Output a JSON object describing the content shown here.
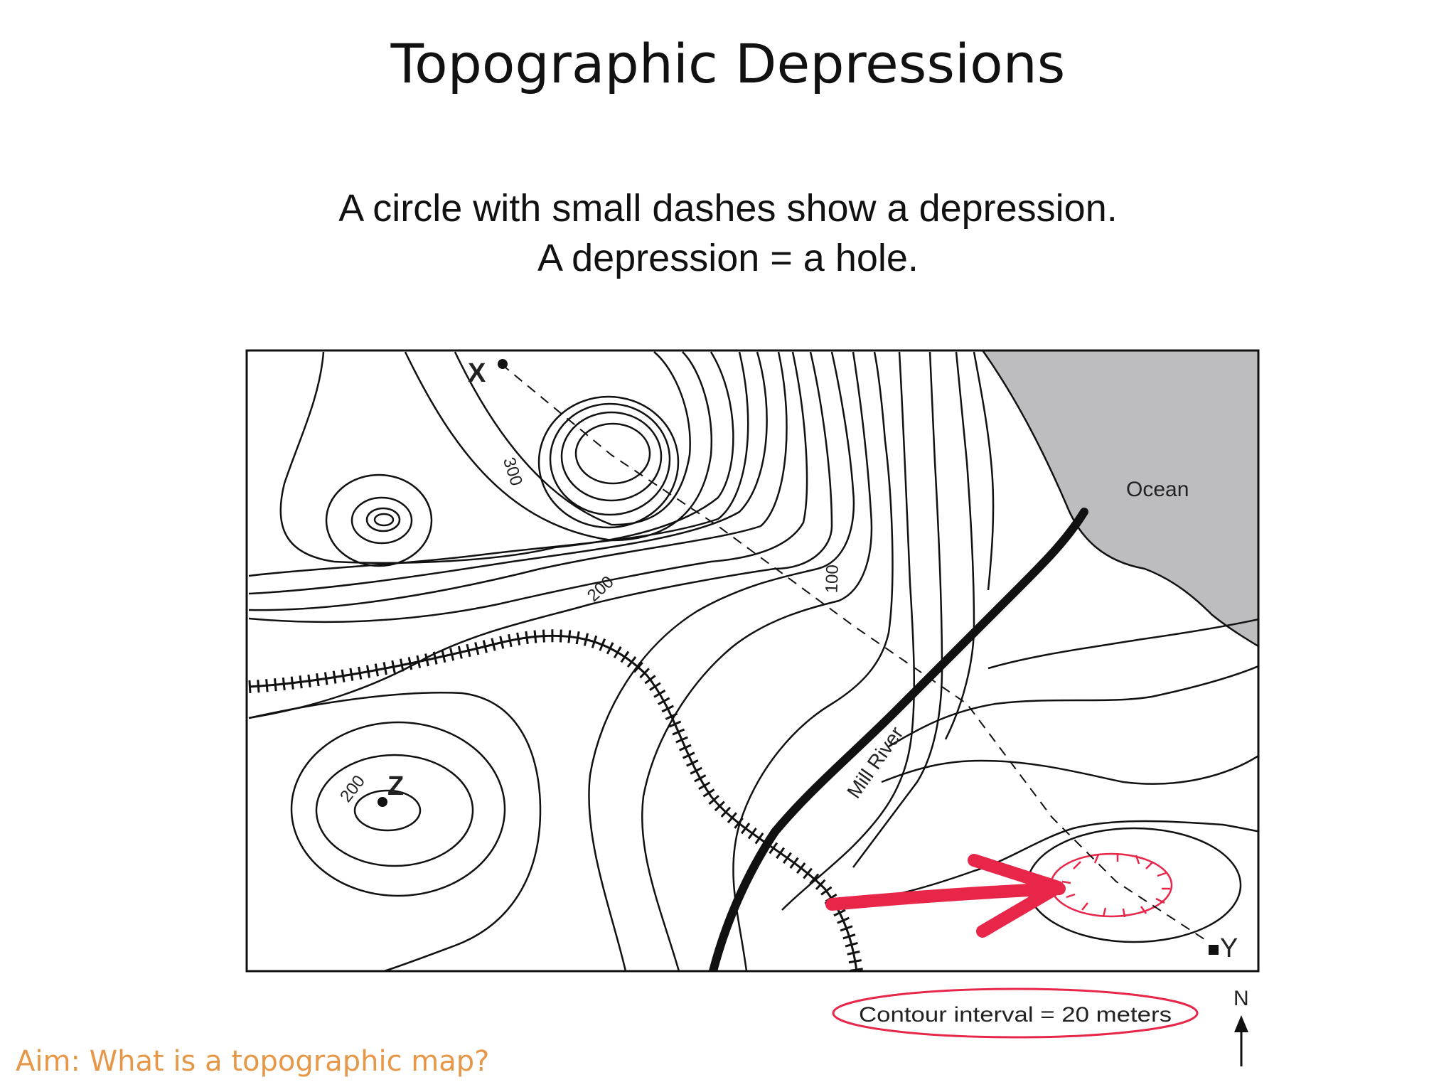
{
  "slide": {
    "title": "Topographic Depressions",
    "subtitle_line1": "A circle with small dashes show a depression.",
    "subtitle_line2": "A depression = a hole.",
    "aim": "Aim: What is a topographic map?"
  },
  "map": {
    "labels": {
      "ocean": "Ocean",
      "river": "Mill River",
      "point_x": "X",
      "point_y": "Y",
      "point_z": "Z",
      "contour_300": "300",
      "contour_200_a": "200",
      "contour_100": "100",
      "contour_200_b": "200",
      "north": "N",
      "contour_interval": "Contour interval = 20 meters"
    },
    "colors": {
      "ocean": "#bdbdc0",
      "highlight": "#e8264a",
      "line": "#111111"
    }
  }
}
